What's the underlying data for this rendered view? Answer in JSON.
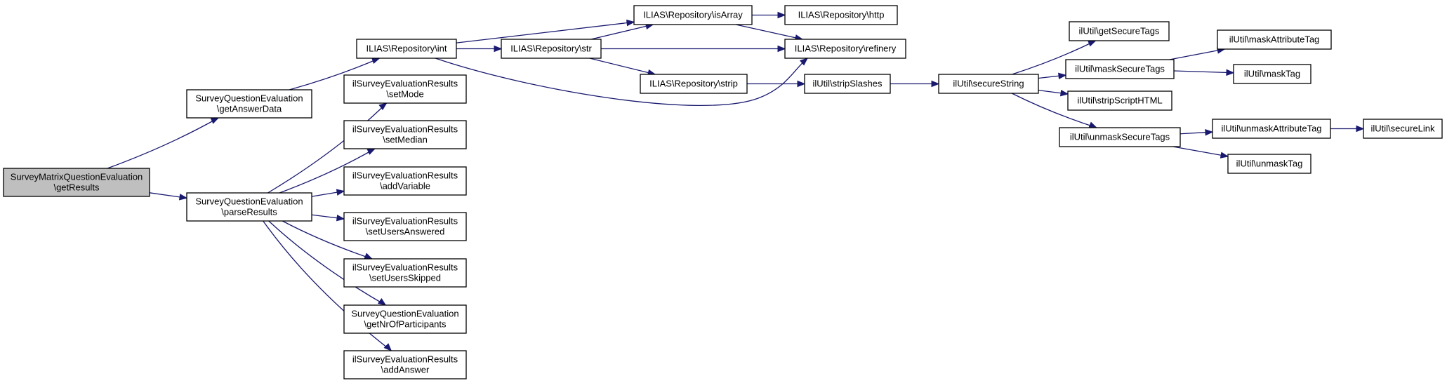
{
  "diagram": {
    "nodes": [
      {
        "id": "root",
        "lines": [
          "SurveyMatrixQuestionEvaluation",
          "\\getResults"
        ],
        "root": true
      },
      {
        "id": "getAnswerData",
        "lines": [
          "SurveyQuestionEvaluation",
          "\\getAnswerData"
        ]
      },
      {
        "id": "parseResults",
        "lines": [
          "SurveyQuestionEvaluation",
          "\\parseResults"
        ]
      },
      {
        "id": "repoInt",
        "lines": [
          "ILIAS\\Repository\\int"
        ]
      },
      {
        "id": "repoStr",
        "lines": [
          "ILIAS\\Repository\\str"
        ]
      },
      {
        "id": "repoIsArray",
        "lines": [
          "ILIAS\\Repository\\isArray"
        ]
      },
      {
        "id": "repoHttp",
        "lines": [
          "ILIAS\\Repository\\http"
        ]
      },
      {
        "id": "repoRefinery",
        "lines": [
          "ILIAS\\Repository\\refinery"
        ]
      },
      {
        "id": "repoStrip",
        "lines": [
          "ILIAS\\Repository\\strip"
        ]
      },
      {
        "id": "stripSlashes",
        "lines": [
          "ilUtil\\stripSlashes"
        ]
      },
      {
        "id": "secureString",
        "lines": [
          "ilUtil\\secureString"
        ]
      },
      {
        "id": "getSecureTags",
        "lines": [
          "ilUtil\\getSecureTags"
        ]
      },
      {
        "id": "maskSecureTags",
        "lines": [
          "ilUtil\\maskSecureTags"
        ]
      },
      {
        "id": "stripScriptHTML",
        "lines": [
          "ilUtil\\stripScriptHTML"
        ]
      },
      {
        "id": "unmaskSecureTags",
        "lines": [
          "ilUtil\\unmaskSecureTags"
        ]
      },
      {
        "id": "maskAttributeTag",
        "lines": [
          "ilUtil\\maskAttributeTag"
        ]
      },
      {
        "id": "maskTag",
        "lines": [
          "ilUtil\\maskTag"
        ]
      },
      {
        "id": "unmaskAttributeTag",
        "lines": [
          "ilUtil\\unmaskAttributeTag"
        ]
      },
      {
        "id": "unmaskTag",
        "lines": [
          "ilUtil\\unmaskTag"
        ]
      },
      {
        "id": "secureLink",
        "lines": [
          "ilUtil\\secureLink"
        ]
      },
      {
        "id": "setMode",
        "lines": [
          "ilSurveyEvaluationResults",
          "\\setMode"
        ]
      },
      {
        "id": "setMedian",
        "lines": [
          "ilSurveyEvaluationResults",
          "\\setMedian"
        ]
      },
      {
        "id": "addVariable",
        "lines": [
          "ilSurveyEvaluationResults",
          "\\addVariable"
        ]
      },
      {
        "id": "setUsersAnswered",
        "lines": [
          "ilSurveyEvaluationResults",
          "\\setUsersAnswered"
        ]
      },
      {
        "id": "setUsersSkipped",
        "lines": [
          "ilSurveyEvaluationResults",
          "\\setUsersSkipped"
        ]
      },
      {
        "id": "getNrOfParticipants",
        "lines": [
          "SurveyQuestionEvaluation",
          "\\getNrOfParticipants"
        ]
      },
      {
        "id": "addAnswer",
        "lines": [
          "ilSurveyEvaluationResults",
          "\\addAnswer"
        ]
      }
    ],
    "edges": [
      {
        "from": "root",
        "to": "getAnswerData"
      },
      {
        "from": "root",
        "to": "parseResults"
      },
      {
        "from": "getAnswerData",
        "to": "repoInt"
      },
      {
        "from": "repoInt",
        "to": "repoIsArray"
      },
      {
        "from": "repoInt",
        "to": "repoStr"
      },
      {
        "from": "repoInt",
        "to": "repoRefinery"
      },
      {
        "from": "repoStr",
        "to": "repoIsArray"
      },
      {
        "from": "repoStr",
        "to": "repoRefinery"
      },
      {
        "from": "repoStr",
        "to": "repoStrip"
      },
      {
        "from": "repoIsArray",
        "to": "repoHttp"
      },
      {
        "from": "repoIsArray",
        "to": "repoRefinery"
      },
      {
        "from": "repoStrip",
        "to": "stripSlashes"
      },
      {
        "from": "stripSlashes",
        "to": "secureString"
      },
      {
        "from": "secureString",
        "to": "getSecureTags"
      },
      {
        "from": "secureString",
        "to": "maskSecureTags"
      },
      {
        "from": "secureString",
        "to": "stripScriptHTML"
      },
      {
        "from": "secureString",
        "to": "unmaskSecureTags"
      },
      {
        "from": "maskSecureTags",
        "to": "maskAttributeTag"
      },
      {
        "from": "maskSecureTags",
        "to": "maskTag"
      },
      {
        "from": "unmaskSecureTags",
        "to": "unmaskAttributeTag"
      },
      {
        "from": "unmaskSecureTags",
        "to": "unmaskTag"
      },
      {
        "from": "unmaskAttributeTag",
        "to": "secureLink"
      },
      {
        "from": "parseResults",
        "to": "setMode"
      },
      {
        "from": "parseResults",
        "to": "setMedian"
      },
      {
        "from": "parseResults",
        "to": "addVariable"
      },
      {
        "from": "parseResults",
        "to": "setUsersAnswered"
      },
      {
        "from": "parseResults",
        "to": "setUsersSkipped"
      },
      {
        "from": "parseResults",
        "to": "getNrOfParticipants"
      },
      {
        "from": "parseResults",
        "to": "addAnswer"
      }
    ],
    "colors": {
      "edge": "#191970",
      "root_fill": "#bfbfbf",
      "node_fill": "#ffffff",
      "border": "#000000"
    }
  }
}
